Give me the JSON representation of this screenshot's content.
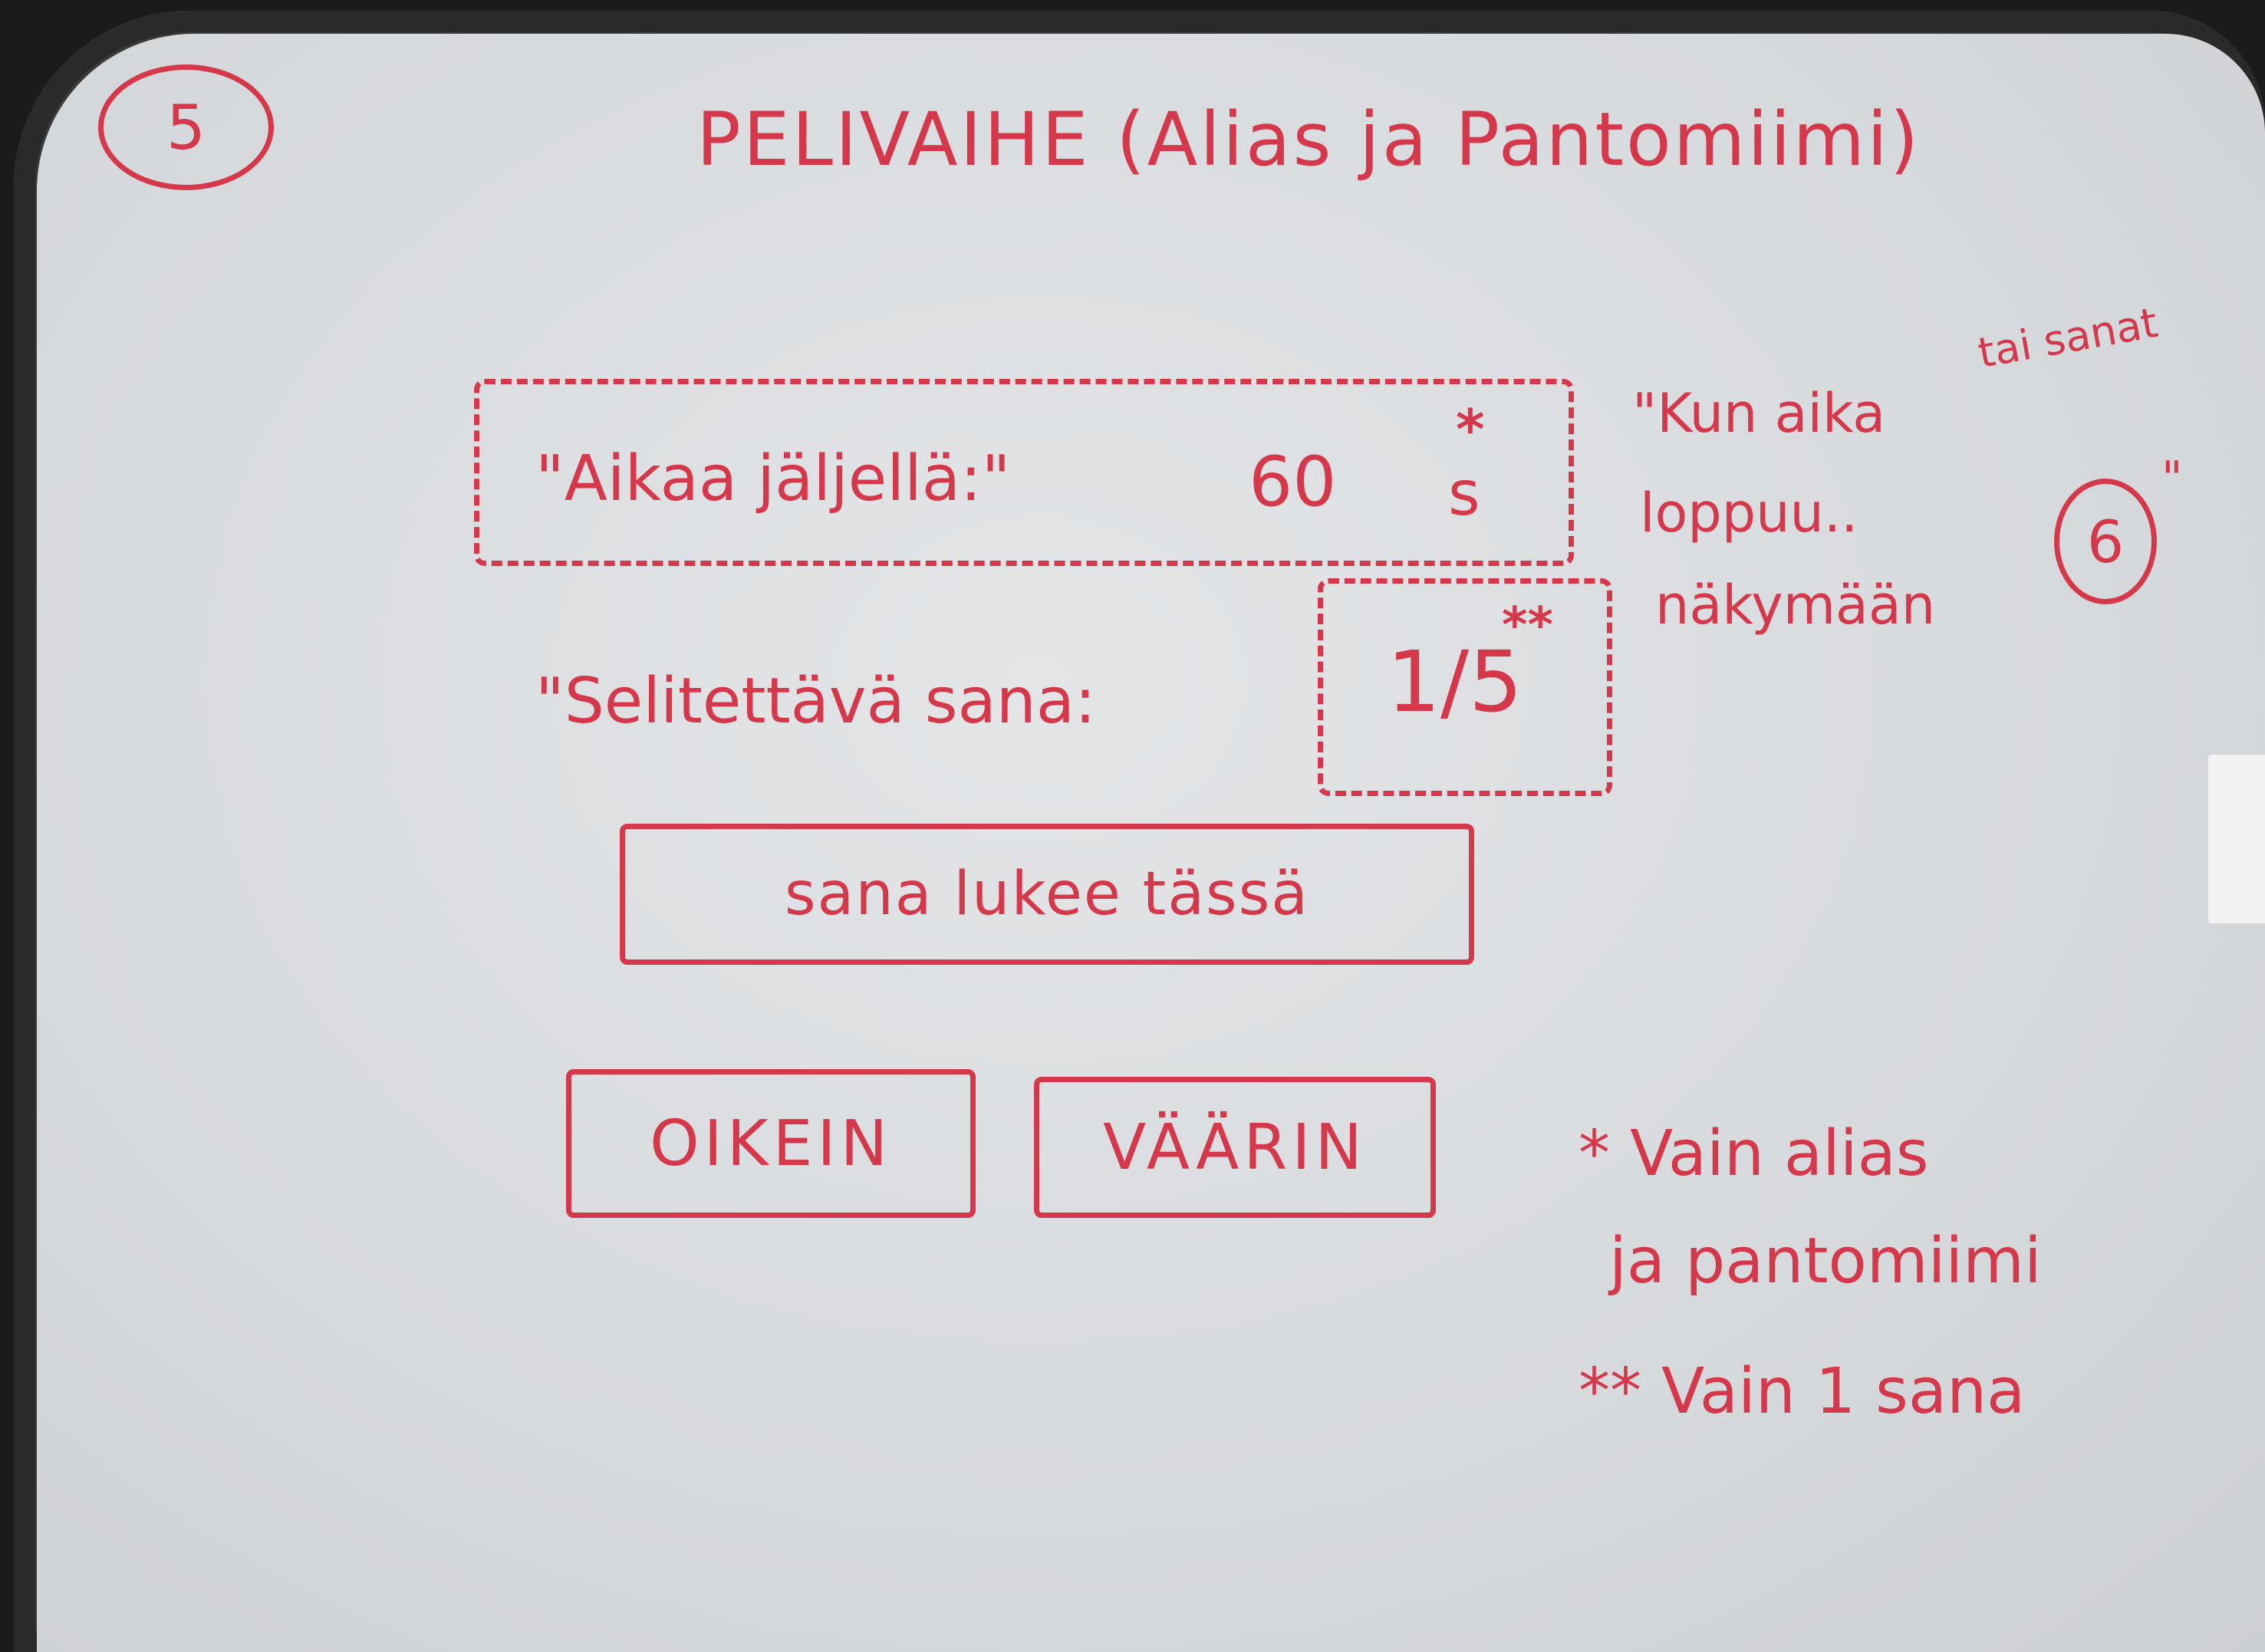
{
  "step_badge": "5",
  "title": "PELIVAIHE (Alias ja Pantomiimi)",
  "timer": {
    "label": "\"Aikaa jäljellä:\"",
    "value": "60",
    "unit": "s",
    "marker": "*"
  },
  "word_counter": {
    "label": "\"Selitettävä sana:",
    "value": "1/5",
    "marker": "**"
  },
  "word_display": {
    "text": "sana lukee tässä"
  },
  "buttons": {
    "correct_label": "OIKEIN",
    "wrong_label": "VÄÄRIN"
  },
  "side_note": {
    "line1": "\"Kun aika",
    "line1_extra": "tai sanat",
    "line2": "loppuu..",
    "line3": "näkymään",
    "target_badge": "6",
    "quote": "\""
  },
  "footnotes": {
    "single_star": "* Vain alias",
    "single_star_cont": "ja pantomiimi",
    "double_star": "** Vain 1 sana"
  },
  "colors": {
    "ink": "#d4384a",
    "board": "#dcdfe2",
    "frame": "#2a2a2a"
  }
}
